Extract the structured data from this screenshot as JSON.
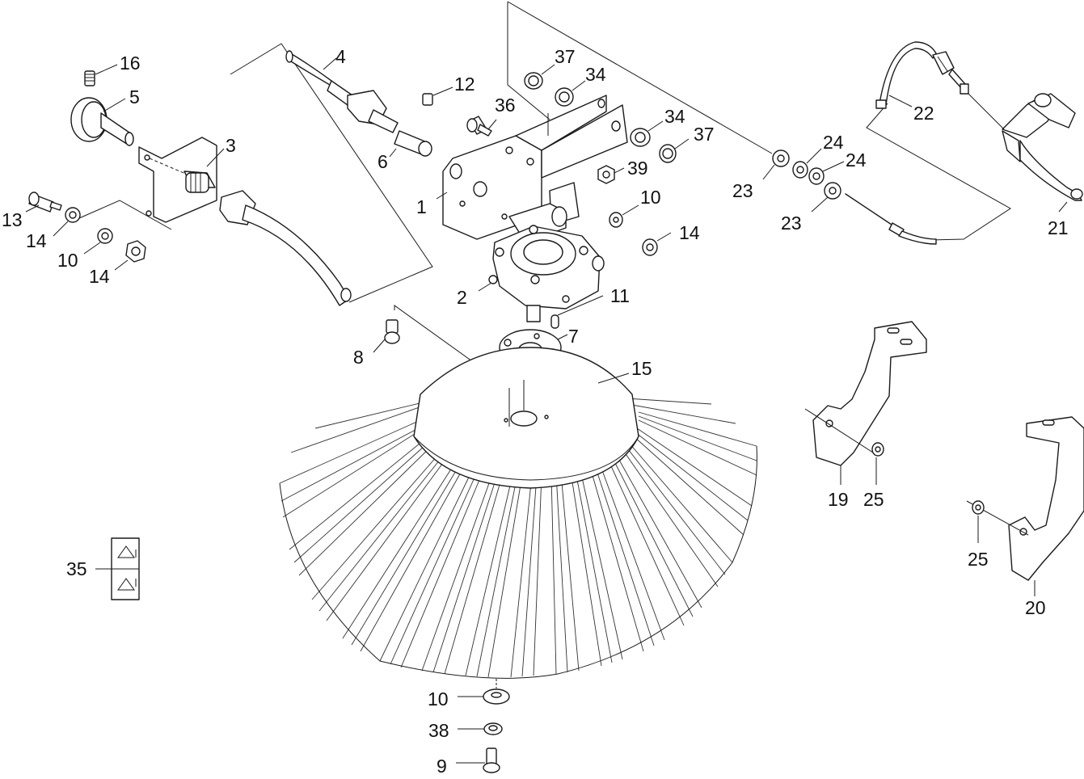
{
  "labels": {
    "p1": "1",
    "p2": "2",
    "p3": "3",
    "p4": "4",
    "p5": "5",
    "p6": "6",
    "p7": "7",
    "p8": "8",
    "p9": "9",
    "p10a": "10",
    "p10b": "10",
    "p10c": "10",
    "p11": "11",
    "p12": "12",
    "p13": "13",
    "p14a": "14",
    "p14b": "14",
    "p14c": "14",
    "p15": "15",
    "p16": "16",
    "p19": "19",
    "p20": "20",
    "p21": "21",
    "p22": "22",
    "p23a": "23",
    "p23b": "23",
    "p24a": "24",
    "p24b": "24",
    "p25a": "25",
    "p25b": "25",
    "p34a": "34",
    "p34b": "34",
    "p35": "35",
    "p36": "36",
    "p37a": "37",
    "p37b": "37",
    "p38": "38",
    "p39": "39"
  }
}
